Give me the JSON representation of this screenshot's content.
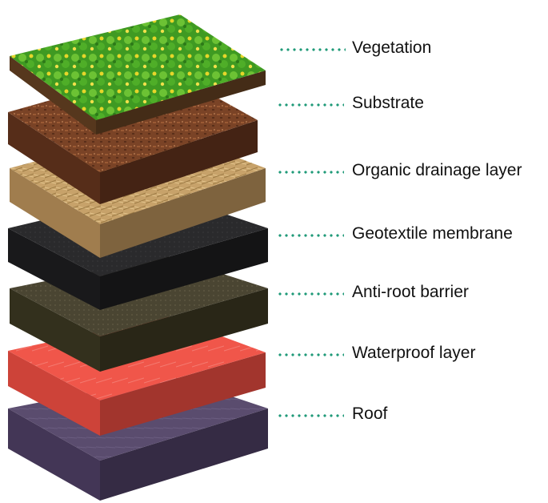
{
  "diagram": {
    "layers": [
      {
        "label": "Vegetation",
        "color": "#3f9a22",
        "side": "#5b3a1f"
      },
      {
        "label": "Substrate",
        "color": "#7a4326",
        "side": "#5a2f1a"
      },
      {
        "label": "Organic drainage layer",
        "color": "#c7a26a",
        "side": "#a88452"
      },
      {
        "label": "Geotextile membrane",
        "color": "#2a2a2c",
        "side": "#1a1a1c"
      },
      {
        "label": "Anti-root barrier",
        "color": "#4a4532",
        "side": "#36321f"
      },
      {
        "label": "Waterproof layer",
        "color": "#f0564a",
        "side": "#d8473c"
      },
      {
        "label": "Roof",
        "color": "#5a4c6e",
        "side": "#46395a"
      }
    ],
    "connector_color": "#1f9a78"
  }
}
